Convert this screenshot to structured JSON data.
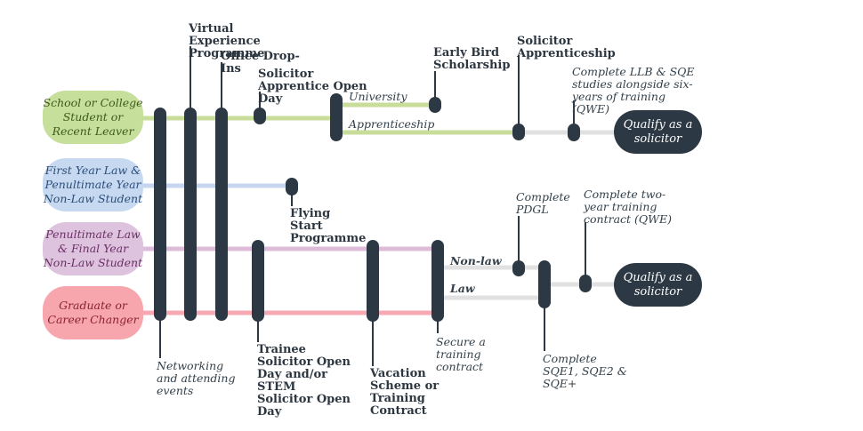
{
  "colors": {
    "dark": "#2c3843",
    "green": "#c8dd9a",
    "blue": "#c6d6ee",
    "purple": "#dcbcd9",
    "pink": "#f6a9b2",
    "grey": "#e1e1e1",
    "green_fill": "#c6df9b",
    "blue_fill": "#c7d9f1",
    "purple_fill": "#dec3de",
    "pink_fill": "#f8a6ad"
  },
  "starts": {
    "school": "School or College Student or Recent Leaver",
    "first_year": "First Year Law & Penultimate Year Non-Law Student",
    "penultimate": "Penultimate Law & Final Year Non-Law Student",
    "graduate": "Graduate or Career Changer"
  },
  "goals": {
    "top": "Qualify as a solicitor",
    "bottom": "Qualify as a solicitor"
  },
  "events": {
    "virtual": "Virtual Experience Programme",
    "office": "Office Drop-Ins",
    "apprentice_open_day": "Solicitor Apprentice Open Day",
    "early_bird": "Early Bird Scholarship",
    "solicitor_apprenticeship": "Solicitor Apprenticeship",
    "flying_start": "Flying Start Programme",
    "trainee_open_day": "Trainee Solicitor Open Day and/or STEM Solicitor Open Day",
    "vacation_scheme": "Vacation Scheme or Training Contract"
  },
  "notes": {
    "university": "University",
    "apprenticeship": "Apprenticeship",
    "complete_llb": "Complete LLB & SQE studies alongside six-years of training (QWE)",
    "complete_pdgl": "Complete PDGL",
    "complete_two_year": "Complete two-year training contract (QWE)",
    "non_law": "Non-law",
    "law": "Law",
    "secure_training": "Secure a training contract",
    "complete_sqe": "Complete SQE1, SQE2 & SQE+",
    "networking": "Networking and attending events"
  }
}
